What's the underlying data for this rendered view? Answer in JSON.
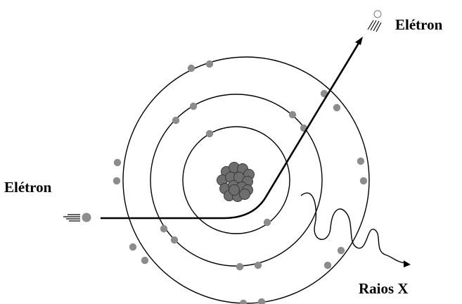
{
  "labels": {
    "incoming_electron": "Elétron",
    "outgoing_electron": "Elétron",
    "xray": "Raios X"
  },
  "colors": {
    "background": "#ffffff",
    "line": "#000000",
    "electron": "#8c8c8c",
    "nucleus": "#6e6e6e",
    "nucleus_outline": "#3a3a3a"
  },
  "icons": {
    "incoming": "incoming-electron-icon",
    "outgoing": "outgoing-electron-icon",
    "nucleus": "nucleus-icon",
    "xray": "xray-wave-icon"
  }
}
